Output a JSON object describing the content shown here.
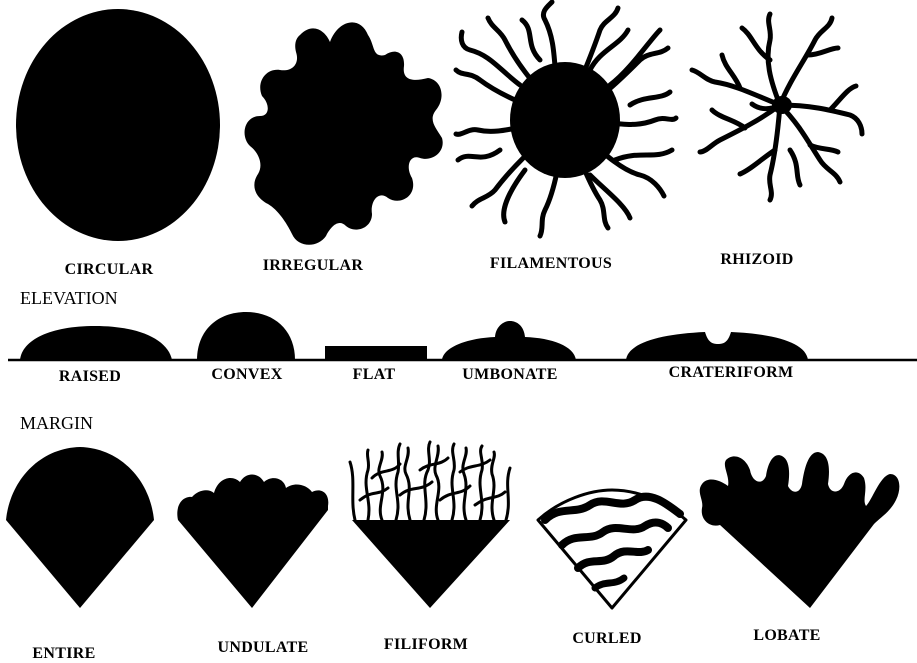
{
  "colors": {
    "ink": "#000000",
    "paper": "#ffffff"
  },
  "form": {
    "items": [
      {
        "label": "CIRCULAR"
      },
      {
        "label": "IRREGULAR"
      },
      {
        "label": "FILAMENTOUS"
      },
      {
        "label": "RHIZOID"
      }
    ]
  },
  "elevation": {
    "heading": "ELEVATION",
    "items": [
      {
        "label": "RAISED"
      },
      {
        "label": "CONVEX"
      },
      {
        "label": "FLAT"
      },
      {
        "label": "UMBONATE"
      },
      {
        "label": "CRATERIFORM"
      }
    ]
  },
  "margin": {
    "heading": "MARGIN",
    "items": [
      {
        "label": "ENTIRE"
      },
      {
        "label": "UNDULATE"
      },
      {
        "label": "FILIFORM"
      },
      {
        "label": "CURLED"
      },
      {
        "label": "LOBATE"
      }
    ]
  }
}
